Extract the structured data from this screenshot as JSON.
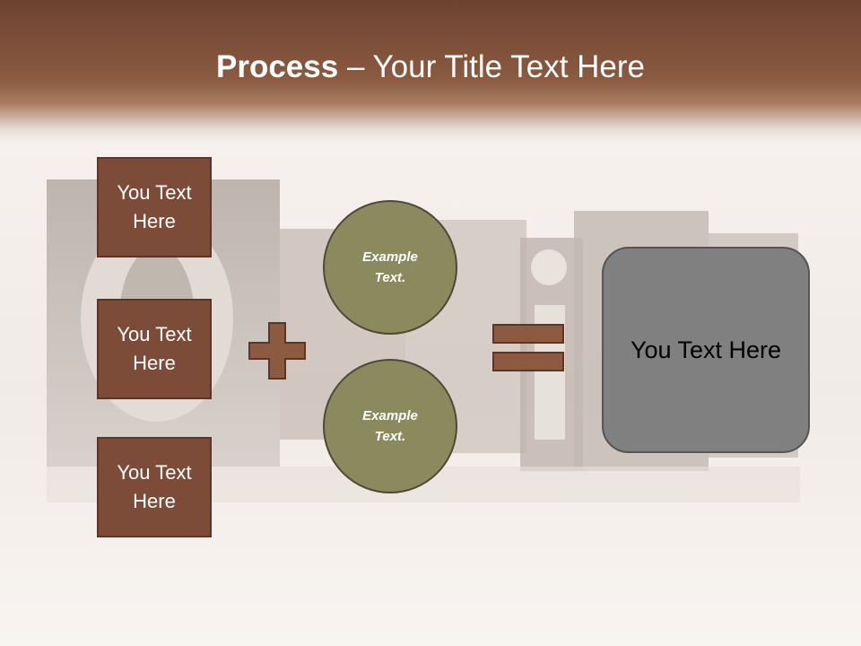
{
  "slide": {
    "title_bold": "Process",
    "title_rest": " – Your Title Text Here",
    "boxes": [
      "You Text Here",
      "You Text Here",
      "You Text Here"
    ],
    "circles": [
      "Example Text.",
      "Example Text."
    ],
    "result": "You Text Here",
    "colors": {
      "header": "#8b5a40",
      "box_fill": "#7d4c39",
      "circle_fill": "#8a8a5e",
      "result_fill": "#808080",
      "operator": "#8b5a40"
    },
    "icons": [
      "plus-icon",
      "equals-icon"
    ]
  }
}
